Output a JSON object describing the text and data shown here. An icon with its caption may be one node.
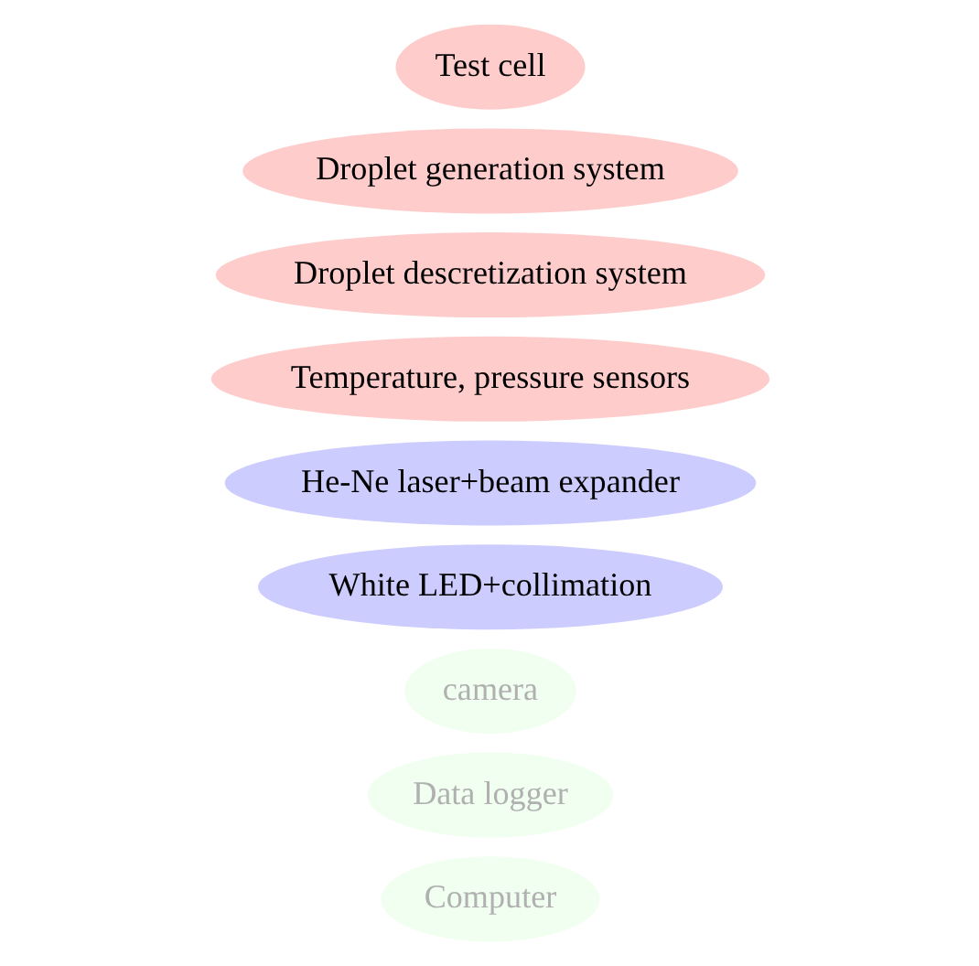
{
  "diagram": {
    "nodes": [
      {
        "text": [
          "Test cell"
        ]
      },
      {
        "text": [
          "Droplet generation system"
        ]
      },
      {
        "text": [
          "Droplet descretization system"
        ]
      },
      {
        "text": [
          "Temperature, pressure sensors"
        ]
      },
      {
        "text": [
          "He-Ne laser+beam expander"
        ]
      },
      {
        "text": [
          "White LED+collimation"
        ]
      },
      {
        "text": [
          "camera"
        ]
      },
      {
        "text": [
          "Data logger"
        ]
      },
      {
        "text": [
          "Computer"
        ]
      }
    ]
  }
}
